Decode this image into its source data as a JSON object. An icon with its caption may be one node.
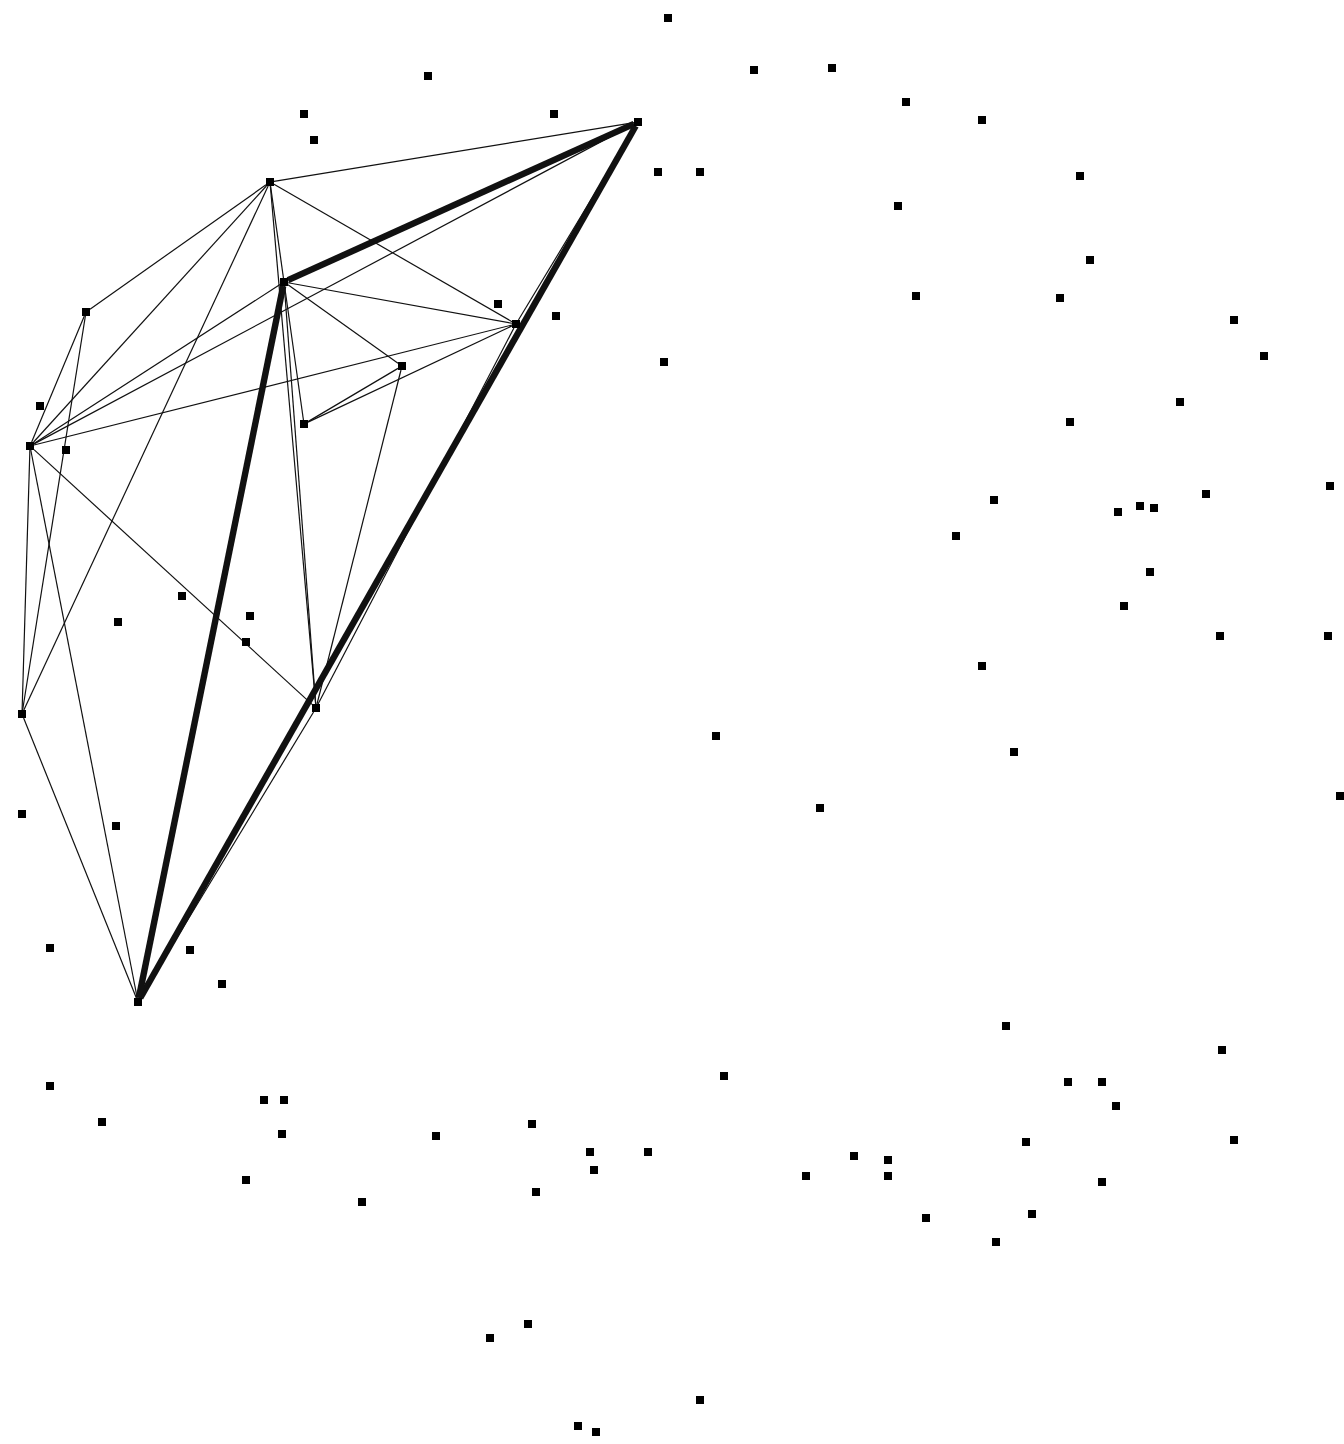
{
  "diagram": {
    "nodes": [
      {
        "text": [],
        "shape": "box"
      },
      {
        "text": [],
        "shape": "box"
      },
      {
        "text": [],
        "shape": "box"
      },
      {
        "text": [],
        "shape": "box"
      },
      {
        "text": [],
        "shape": "box"
      },
      {
        "text": [],
        "shape": "box"
      },
      {
        "text": [],
        "shape": "box"
      },
      {
        "text": [],
        "shape": "box"
      },
      {
        "text": [],
        "shape": "box"
      },
      {
        "text": [],
        "shape": "box"
      },
      {
        "text": [],
        "shape": "box"
      },
      {
        "text": [],
        "shape": "box"
      },
      {
        "text": [],
        "shape": "box"
      },
      {
        "text": [],
        "shape": "box"
      },
      {
        "text": [],
        "shape": "box"
      },
      {
        "text": [],
        "shape": "box"
      },
      {
        "text": [],
        "shape": "box"
      },
      {
        "text": [],
        "shape": "box"
      },
      {
        "text": [],
        "shape": "box"
      },
      {
        "text": [],
        "shape": "box"
      },
      {
        "text": [],
        "shape": "box"
      },
      {
        "text": [],
        "shape": "box"
      },
      {
        "text": [],
        "shape": "box"
      },
      {
        "text": [],
        "shape": "box"
      },
      {
        "text": [],
        "shape": "box"
      },
      {
        "text": [],
        "shape": "box"
      },
      {
        "text": [],
        "shape": "box"
      },
      {
        "text": [],
        "shape": "box"
      },
      {
        "text": [],
        "shape": "box"
      },
      {
        "text": [],
        "shape": "box"
      },
      {
        "text": [],
        "shape": "box"
      },
      {
        "text": [],
        "shape": "box"
      },
      {
        "text": [],
        "shape": "box"
      },
      {
        "text": [],
        "shape": "box"
      },
      {
        "text": [],
        "shape": "box"
      },
      {
        "text": [],
        "shape": "box"
      },
      {
        "text": [],
        "shape": "box"
      },
      {
        "text": [],
        "shape": "box"
      },
      {
        "text": [],
        "shape": "box"
      },
      {
        "text": [],
        "shape": "box"
      },
      {
        "text": [],
        "shape": "box"
      },
      {
        "text": [],
        "shape": "box"
      },
      {
        "text": [],
        "shape": "box"
      },
      {
        "text": [],
        "shape": "box"
      },
      {
        "text": [],
        "shape": "box"
      },
      {
        "text": [],
        "shape": "box"
      },
      {
        "text": [],
        "shape": "box"
      },
      {
        "text": [],
        "shape": "box"
      },
      {
        "text": [],
        "shape": "box"
      },
      {
        "text": [],
        "shape": "box"
      },
      {
        "text": [],
        "shape": "box"
      },
      {
        "text": [],
        "shape": "box"
      },
      {
        "text": [],
        "shape": "box"
      },
      {
        "text": [],
        "shape": "box"
      },
      {
        "text": [],
        "shape": "box"
      },
      {
        "text": [],
        "shape": "box"
      },
      {
        "text": [],
        "shape": "box"
      },
      {
        "text": [],
        "shape": "box"
      },
      {
        "text": [],
        "shape": "box"
      },
      {
        "text": [],
        "shape": "box"
      },
      {
        "text": [],
        "shape": "box"
      },
      {
        "text": [],
        "shape": "box"
      },
      {
        "text": [],
        "shape": "box"
      },
      {
        "text": [],
        "shape": "box"
      },
      {
        "text": [],
        "shape": "box"
      },
      {
        "text": [],
        "shape": "box"
      },
      {
        "text": [],
        "shape": "box"
      },
      {
        "text": [],
        "shape": "box"
      },
      {
        "text": [],
        "shape": "box"
      },
      {
        "text": [],
        "shape": "box"
      },
      {
        "text": [],
        "shape": "box"
      },
      {
        "text": [],
        "shape": "box"
      },
      {
        "text": [],
        "shape": "box"
      },
      {
        "text": [],
        "shape": "box"
      },
      {
        "text": [],
        "shape": "box"
      },
      {
        "text": [],
        "shape": "box"
      },
      {
        "text": [],
        "shape": "box"
      },
      {
        "text": [],
        "shape": "box"
      },
      {
        "text": [],
        "shape": "box"
      },
      {
        "text": [],
        "shape": "box"
      },
      {
        "text": [],
        "shape": "box"
      },
      {
        "text": [],
        "shape": "box"
      },
      {
        "text": [],
        "shape": "box"
      },
      {
        "text": [],
        "shape": "box"
      },
      {
        "text": [],
        "shape": "box"
      },
      {
        "text": [],
        "shape": "box"
      },
      {
        "text": [],
        "shape": "box"
      },
      {
        "text": [],
        "shape": "box"
      },
      {
        "text": [],
        "shape": "box"
      },
      {
        "text": [],
        "shape": "box"
      },
      {
        "text": [],
        "shape": "box"
      },
      {
        "text": [],
        "shape": "box"
      },
      {
        "text": [],
        "shape": "box"
      },
      {
        "text": [],
        "shape": "box"
      },
      {
        "text": [],
        "shape": "box"
      }
    ],
    "edges": [
      {
        "from": 0,
        "to": 1,
        "arrow": "none"
      },
      {
        "from": 0,
        "to": 2,
        "arrow": "none",
        "style": "thick"
      },
      {
        "from": 0,
        "to": 10,
        "arrow": "none",
        "style": "thick"
      },
      {
        "from": 0,
        "to": 4,
        "arrow": "none"
      },
      {
        "from": 0,
        "to": 5,
        "arrow": "none"
      },
      {
        "from": 2,
        "to": 10,
        "arrow": "none",
        "style": "thick"
      },
      {
        "from": 1,
        "to": 3,
        "arrow": "none"
      },
      {
        "from": 1,
        "to": 4,
        "arrow": "none"
      },
      {
        "from": 1,
        "to": 8,
        "arrow": "none"
      },
      {
        "from": 1,
        "to": 5,
        "arrow": "none"
      },
      {
        "from": 1,
        "to": 2,
        "arrow": "none"
      },
      {
        "from": 1,
        "to": 9,
        "arrow": "none"
      },
      {
        "from": 2,
        "to": 4,
        "arrow": "none"
      },
      {
        "from": 2,
        "to": 5,
        "arrow": "none"
      },
      {
        "from": 2,
        "to": 6,
        "arrow": "none"
      },
      {
        "from": 2,
        "to": 9,
        "arrow": "none"
      },
      {
        "from": 2,
        "to": 7,
        "arrow": "none"
      },
      {
        "from": 3,
        "to": 4,
        "arrow": "none"
      },
      {
        "from": 3,
        "to": 8,
        "arrow": "none"
      },
      {
        "from": 4,
        "to": 5,
        "arrow": "none"
      },
      {
        "from": 5,
        "to": 7,
        "arrow": "none"
      },
      {
        "from": 6,
        "to": 7,
        "arrow": "none"
      },
      {
        "from": 6,
        "to": 9,
        "arrow": "none"
      },
      {
        "from": 5,
        "to": 9,
        "arrow": "none"
      },
      {
        "from": 4,
        "to": 8,
        "arrow": "none"
      },
      {
        "from": 4,
        "to": 10,
        "arrow": "none"
      },
      {
        "from": 4,
        "to": 9,
        "arrow": "none"
      },
      {
        "from": 8,
        "to": 10,
        "arrow": "none"
      },
      {
        "from": 9,
        "to": 10,
        "arrow": "none"
      }
    ]
  }
}
